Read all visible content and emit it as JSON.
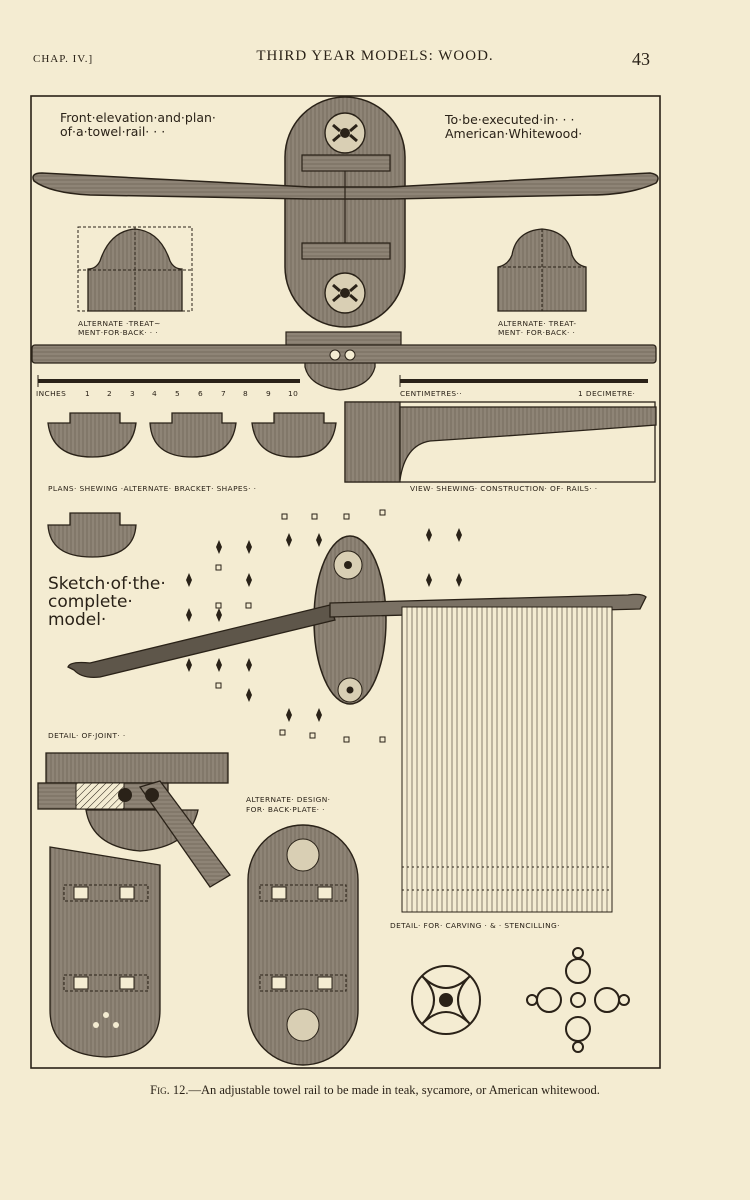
{
  "header": {
    "chapter": "CHAP. IV.]",
    "title": "THIRD YEAR MODELS: WOOD.",
    "page_number": "43"
  },
  "labels": {
    "front_elevation": "Front·elevation·and·plan·\nof·a·towel·rail· ·  ·",
    "execution_note": "To·be·executed·in· · ·\nAmerican·Whitewood·",
    "alternate_left": "ALTERNATE ·TREAT~\nMENT·FOR·BACK·  ·  ·",
    "alternate_right": "ALTERNATE· TREAT-\nMENT· FOR·BACK·  ·",
    "inches": "INCHES",
    "centimetres": "CENTIMETRES··",
    "decimetre": "1 DECIMETRE·",
    "plans_shapes": "PLANS· SHEWING ·ALTERNATE· BRACKET· SHAPES· ·",
    "view_construction": "VIEW· SHEWING· CONSTRUCTION· OF· RAILS· ·",
    "sketch": "Sketch·of·the·\ncomplete·\nmodel·",
    "detail_joint": "DETAIL· OF·JOINT· ·",
    "alternate_design": "ALTERNATE· DESIGN·\nFOR· BACK·PLATE·  ·",
    "detail_carving": "DETAIL· FOR· CARVING · & · STENCILLING·"
  },
  "scale_numbers": [
    "1",
    "2",
    "3",
    "4",
    "5",
    "6",
    "7",
    "8",
    "9",
    "10"
  ],
  "caption": {
    "fig": "Fig. 12.",
    "text": "—An adjustable towel rail to be made in teak, sycamore, or American whitewood."
  },
  "colors": {
    "paper": "#f4ecd2",
    "ink": "#2a2218",
    "wood": "#8e8476"
  }
}
